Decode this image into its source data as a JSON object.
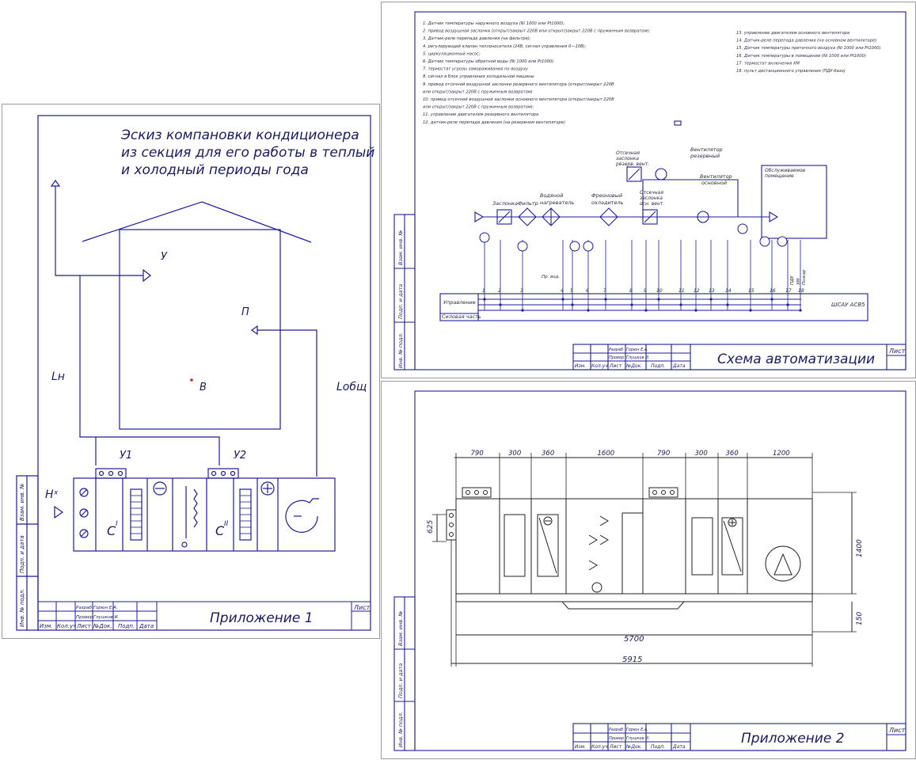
{
  "sheet1": {
    "title_lines": [
      "Эскиз компановки кондиционера",
      "из секция для его работы в теплый",
      "и холодный периоды года"
    ],
    "labels": {
      "U": "У",
      "P": "П",
      "Ln": "Lн",
      "Lobsh": "Lобщ",
      "B": "В",
      "U1": "У1",
      "U2": "У2",
      "Hx": "Hˣ",
      "C1": "C",
      "C1sup": "I",
      "C2": "C",
      "C2sup": "II"
    },
    "title_block": {
      "caption": "Приложение 1",
      "sheet_label": "Лист",
      "col_izm": "Изм.",
      "col_kol": "Кол.уч",
      "col_list": "Лист",
      "col_doc": "№Док.",
      "col_podp": "Подп.",
      "col_data": "Дата",
      "razrab": "Разраб",
      "prover": "Провер",
      "razrab_name": "Горюн Е.А.",
      "prover_name": "Глушков И."
    },
    "side": [
      "Взам. инв. №",
      "Подп. и дата",
      "Инв. № подл."
    ]
  },
  "sheet2": {
    "notes_left": [
      "1. Датчик температуры наружного воздуха (Ni 1000 или Pt1000);",
      "2. привод воздушной заслонки (открыт/закрыт 220В или открыт/закрыт 220В с пружинным возвратом);",
      "3. Датчик-реле перепада давления (на фильтре);",
      "4. регулирующий клапан теплоносителя (24В, сигнал управления 0—10В);",
      "5. циркуляционный насос;",
      "6. Датчик температуры обратной воды (Ni 1000 или Pt1000)",
      "7. термостат угрозы замораживания по воздуху",
      "8. сигнал в блок управления холодильной машины",
      "9. привод отсечной воздушной заслонки резервного вентилятора (открыт/закрыт 220В",
      "или открыт/закрыт 220В с пружинным возвратом)",
      "10. привод отсечной воздушной заслонки основного вентилятора (открыт/закрыт 220В",
      "или открыт/закрыт 220В с пружинным возвратом);",
      "11. управление двигателем резервного вентилятора",
      "12. датчик-реле перепада давления (на резервном вентиляторе)"
    ],
    "notes_right": [
      "13. управление двигателем основного вентилятора",
      "14. Датчик-реле перепада давления (на основном вентиляторе)",
      "15. Датчик температуры приточного воздуха (Ni 1000 или Pt1000)",
      "16. Датчик температуры в помещении (Ni 1000 или Pt1000)",
      "17. термостат включения ХМ",
      "18. пульт дистанционного управления (ПДУ-базо)"
    ],
    "components": {
      "zaslonka": "Заслонка",
      "filtr": "Фильтр",
      "vodnoy1": "Водяной",
      "vodnoy2": "нагреватель",
      "freon1": "Фреоновый",
      "freon2": "охладитель",
      "ots1a": "Отсечная",
      "ots1b": "заслонка",
      "ots1c": "резерв. вент.",
      "ots2a": "Отсечная",
      "ots2b": "заслонка",
      "ots2c": "осн. вент.",
      "vres1": "Вентилятор",
      "vres2": "резервный",
      "vosn1": "Вентилятор",
      "vosn2": "основной",
      "room1": "Обслуживаемое",
      "room2": "помещение",
      "pr_vody": "Пр. вод.",
      "pdu": "ПДУ",
      "hm": "ХМ",
      "pozh": "Пожар"
    },
    "terminals": [
      "1",
      "2",
      "3",
      "4",
      "5",
      "6",
      "7",
      "8",
      "9",
      "10",
      "11",
      "12",
      "13",
      "14",
      "15",
      "16",
      "17",
      "18"
    ],
    "bus": {
      "upr": "Управление",
      "sil": "Силовая часть",
      "shsau": "ШСАУ АСВ5"
    },
    "title_block": {
      "caption": "Схема автоматизации",
      "sheet_label": "Лист"
    }
  },
  "sheet3": {
    "dims_top": [
      "790",
      "300",
      "360",
      "1600",
      "790",
      "300",
      "360",
      "1200"
    ],
    "dim_left": "625",
    "dim_right": "1400",
    "dim_right_small": "150",
    "dim_total1": "5700",
    "dim_total2": "5915",
    "title_block": {
      "caption": "Приложение 2",
      "sheet_label": "Лист"
    }
  },
  "colors": {
    "line": "#1c1c9a",
    "text": "#1a1a60",
    "sensor_red": "#cc2222"
  }
}
